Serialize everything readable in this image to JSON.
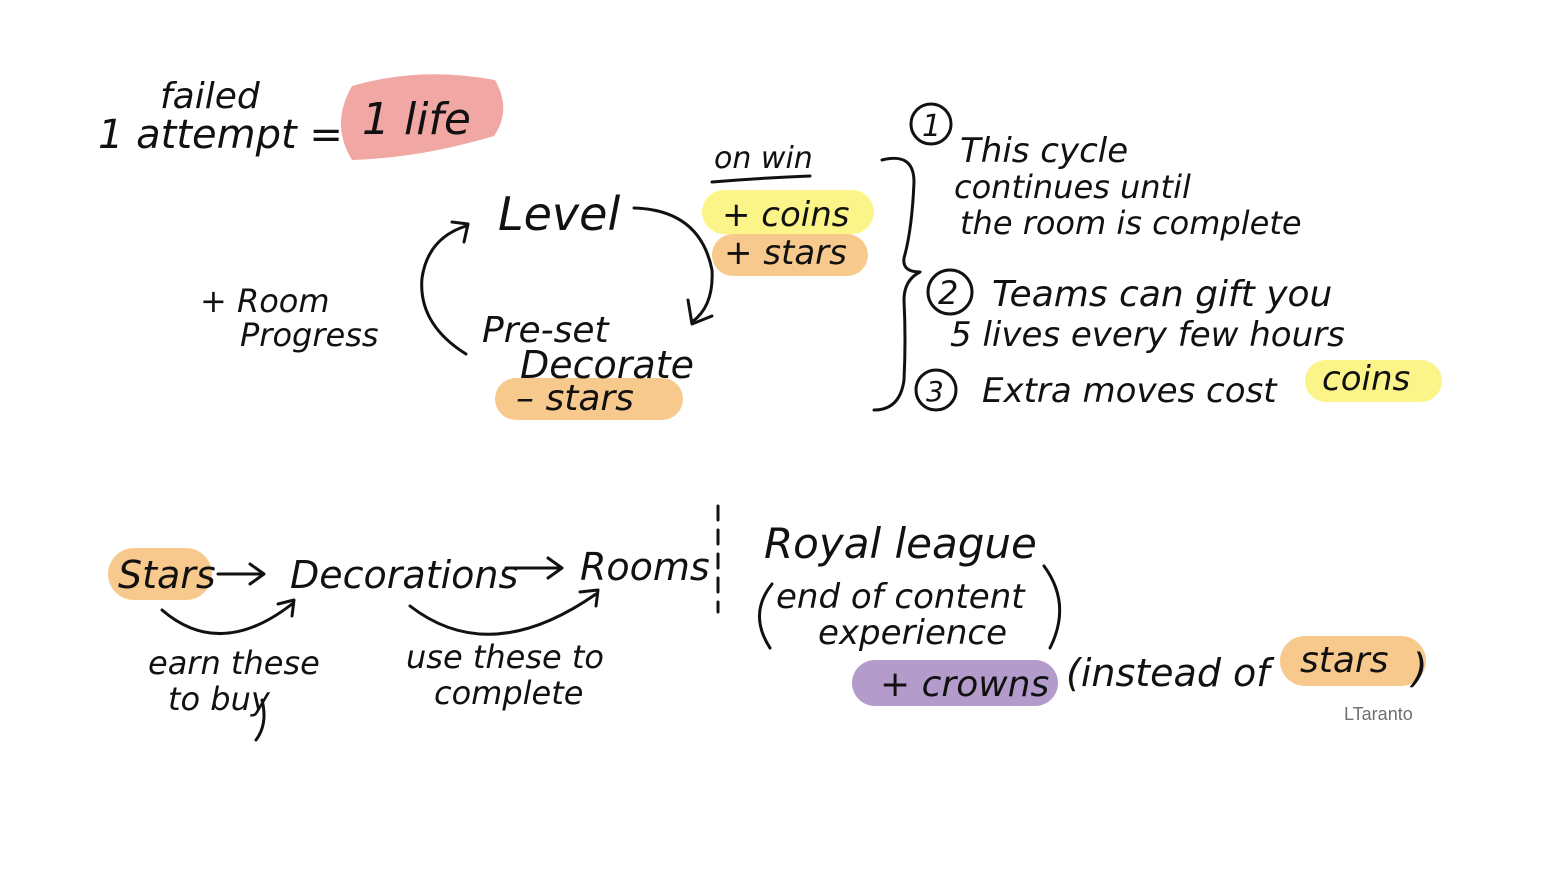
{
  "colors": {
    "ink": "#111111",
    "life": "#f1a7a4",
    "coins": "#fbf488",
    "stars": "#f7c98d",
    "crowns": "#b39bcc",
    "credit": "#6f6f6f"
  },
  "life_rule": {
    "label_small": "failed",
    "label": "1 attempt =",
    "value": "1 life"
  },
  "cycle": {
    "level": "Level",
    "on_win": "on win",
    "reward_coins": "+ coins",
    "reward_stars": "+ stars",
    "decorate_line1": "Pre-set",
    "decorate_line2": "Decorate",
    "decorate_cost": "– stars",
    "room_progress_line1": "+ Room",
    "room_progress_line2": "Progress"
  },
  "notes": [
    {
      "number": "1",
      "lines": [
        "This cycle",
        "continues until",
        "the room is complete"
      ]
    },
    {
      "number": "2",
      "lines": [
        "Teams can gift you",
        "5 lives every few hours"
      ]
    },
    {
      "number": "3",
      "text": "Extra moves cost",
      "highlight": "coins"
    }
  ],
  "flow": {
    "stars": "Stars",
    "decorations": "Decorations",
    "rooms": "Rooms",
    "arc1_line1": "earn these",
    "arc1_line2": "to buy",
    "arc2_line1": "use these to",
    "arc2_line2": "complete"
  },
  "royal_league": {
    "title": "Royal league",
    "desc_line1": "end of content",
    "desc_line2": "experience",
    "crowns": "+ crowns",
    "instead_of": "(instead of",
    "stars": "stars",
    "close_paren": ")"
  },
  "credit": "LTaranto"
}
